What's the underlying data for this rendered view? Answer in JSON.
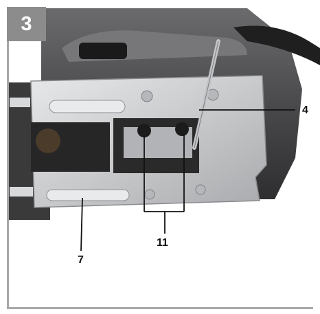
{
  "figure": {
    "number": "3",
    "callouts": {
      "c4": "4",
      "c11": "11",
      "c7": "7"
    }
  },
  "colors": {
    "badge": "#8c8c8c",
    "frame": "#a7a7a7",
    "plate": "#c9cacc",
    "housing": "#4a4a4c"
  }
}
